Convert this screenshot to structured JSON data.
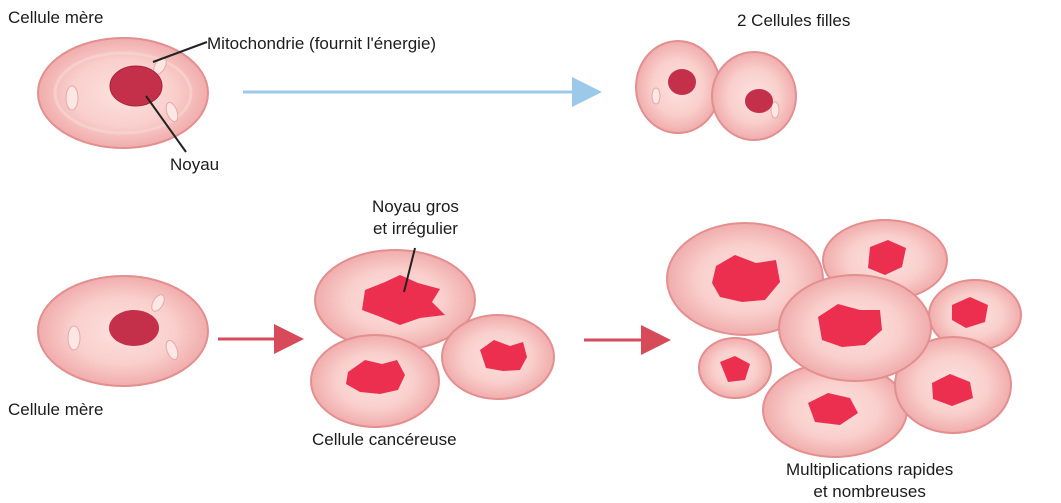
{
  "labels": {
    "mother_cell_top": "Cellule mère",
    "mitochondria": "Mitochondrie (fournit l'énergie)",
    "nucleus": "Noyau",
    "daughter_cells": "2 Cellules filles",
    "big_nucleus_line1": "Noyau gros",
    "big_nucleus_line2": "et irrégulier",
    "mother_cell_bottom": "Cellule mère",
    "cancer_cell": "Cellule cancéreuse",
    "rapid_mult_line1": "Multiplications rapides",
    "rapid_mult_line2": "et nombreuses"
  },
  "colors": {
    "cell_fill": "#f6c2c0",
    "cell_edge": "#e48f8f",
    "cell_inner": "#fbd9d6",
    "normal_nucleus": "#c4304a",
    "cancer_nucleus": "#ec2f4e",
    "arrow_normal": "#9cc8ea",
    "arrow_cancer": "#d64a5a",
    "pointer": "#222222"
  }
}
